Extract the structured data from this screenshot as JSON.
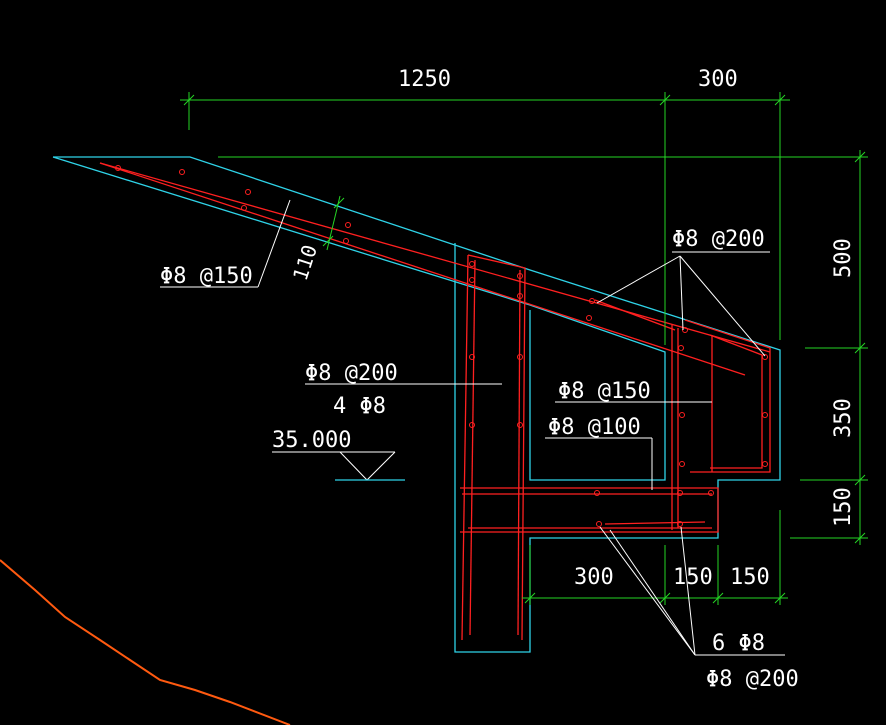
{
  "dimensions": {
    "top_left": "1250",
    "top_right": "300",
    "right_top": "500",
    "right_mid": "350",
    "right_bottom": "150",
    "bottom_a": "300",
    "bottom_b": "150",
    "bottom_c": "150",
    "slab_thickness": "110"
  },
  "rebar_labels": {
    "slab": "Φ8 @150",
    "top_right": "Φ8 @200",
    "column_stirrup": "Φ8 @200",
    "column_main": "4 Φ8",
    "mid_right": "Φ8 @150",
    "mid_lower": "Φ8 @100",
    "beam_main": "6 Φ8",
    "beam_stirrup": "Φ8 @200"
  },
  "elevation": "35.000",
  "colors": {
    "background": "#000000",
    "concrete_outline": "#2fd3e8",
    "rebar": "#ff2020",
    "dimension": "#25d525",
    "leader": "#ffffff",
    "curve": "#ff5a10"
  }
}
